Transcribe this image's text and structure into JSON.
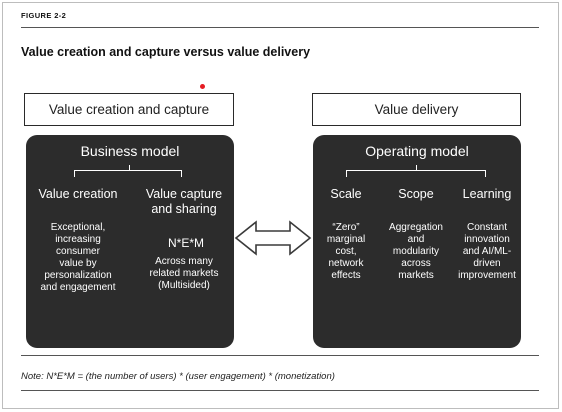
{
  "figure_label": "FIGURE 2-2",
  "title": "Value creation and capture versus value delivery",
  "left": {
    "header": "Value creation and capture",
    "box_title": "Business model",
    "col1": {
      "heading": "Value creation",
      "text": [
        "Exceptional,",
        "increasing",
        "consumer",
        "value by",
        "personalization",
        "and engagement"
      ]
    },
    "col2": {
      "heading": [
        "Value capture",
        "and sharing"
      ],
      "formula": "N*E*M",
      "text": [
        "Across many",
        "related markets",
        "(Multisided)"
      ]
    }
  },
  "right": {
    "header": "Value delivery",
    "box_title": "Operating model",
    "columns": [
      {
        "heading": "Scale",
        "text": [
          "“Zero”",
          "marginal",
          "cost,",
          "network",
          "effects"
        ]
      },
      {
        "heading": "Scope",
        "text": [
          "Aggregation",
          "and",
          "modularity",
          "across",
          "markets"
        ]
      },
      {
        "heading": "Learning",
        "text": [
          "Constant",
          "innovation",
          "and AI/ML-",
          "driven",
          "improvement"
        ]
      }
    ]
  },
  "note": "Note: N*E*M = (the number of users) * (user engagement) * (monetization)",
  "colors": {
    "dark_box": "#2c2c2c",
    "accent_dot": "#e51c23",
    "text": "#1a1a1a"
  },
  "icons": {
    "connector": "double-headed-arrow-icon"
  }
}
